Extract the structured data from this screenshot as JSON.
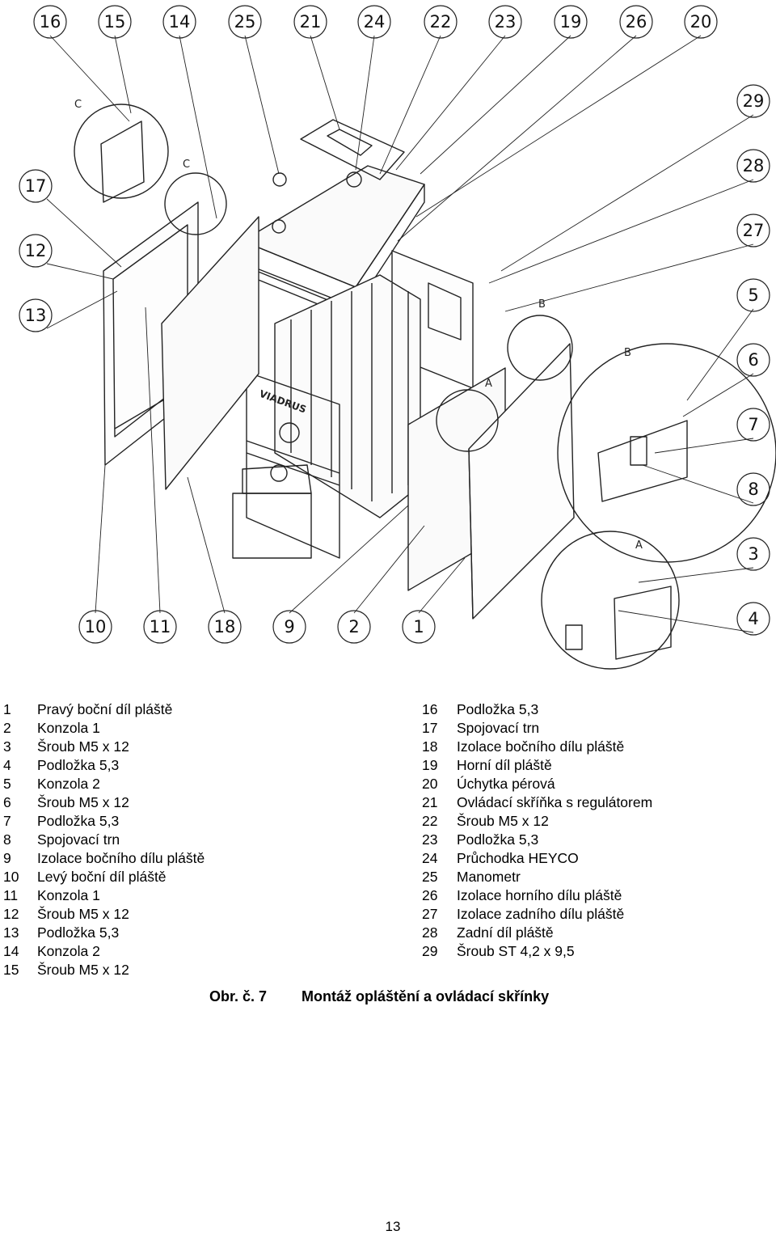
{
  "drawing": {
    "brand_label": "VIADRUS",
    "detail_labels": [
      "C",
      "C",
      "B",
      "B",
      "A",
      "A"
    ],
    "callouts": [
      "16",
      "15",
      "14",
      "25",
      "21",
      "24",
      "22",
      "23",
      "19",
      "26",
      "20",
      "29",
      "28",
      "27",
      "5",
      "6",
      "7",
      "8",
      "3",
      "4",
      "17",
      "12",
      "13",
      "10",
      "11",
      "18",
      "9",
      "2",
      "1"
    ]
  },
  "parts_list": {
    "left": [
      {
        "num": "1",
        "name": "Pravý boční díl pláště"
      },
      {
        "num": "2",
        "name": "Konzola 1"
      },
      {
        "num": "3",
        "name": "Šroub M5 x 12"
      },
      {
        "num": "4",
        "name": "Podložka 5,3"
      },
      {
        "num": "5",
        "name": "Konzola 2"
      },
      {
        "num": "6",
        "name": "Šroub M5 x 12"
      },
      {
        "num": "7",
        "name": "Podložka 5,3"
      },
      {
        "num": "8",
        "name": "Spojovací trn"
      },
      {
        "num": "9",
        "name": "Izolace bočního dílu pláště"
      },
      {
        "num": "10",
        "name": "Levý boční díl pláště"
      },
      {
        "num": "11",
        "name": "Konzola 1"
      },
      {
        "num": "12",
        "name": "Šroub M5 x 12"
      },
      {
        "num": "13",
        "name": "Podložka 5,3"
      },
      {
        "num": "14",
        "name": "Konzola 2"
      },
      {
        "num": "15",
        "name": "Šroub M5 x 12"
      }
    ],
    "right": [
      {
        "num": "16",
        "name": "Podložka 5,3"
      },
      {
        "num": "17",
        "name": "Spojovací trn"
      },
      {
        "num": "18",
        "name": "Izolace bočního dílu pláště"
      },
      {
        "num": "19",
        "name": "Horní díl pláště"
      },
      {
        "num": "20",
        "name": "Úchytka pérová"
      },
      {
        "num": "21",
        "name": "Ovládací skříňka s regulátorem"
      },
      {
        "num": "22",
        "name": "Šroub M5 x 12"
      },
      {
        "num": "23",
        "name": "Podložka 5,3"
      },
      {
        "num": "24",
        "name": "Průchodka HEYCO"
      },
      {
        "num": "25",
        "name": "Manometr"
      },
      {
        "num": "26",
        "name": "Izolace horního dílu pláště"
      },
      {
        "num": "27",
        "name": "Izolace zadního dílu pláště"
      },
      {
        "num": "28",
        "name": "Zadní díl pláště"
      },
      {
        "num": "29",
        "name": "Šroub ST 4,2 x 9,5"
      }
    ]
  },
  "figure": {
    "label": "Obr. č. 7",
    "title": "Montáž opláštění a ovládací skřínky"
  },
  "page_number": "13"
}
